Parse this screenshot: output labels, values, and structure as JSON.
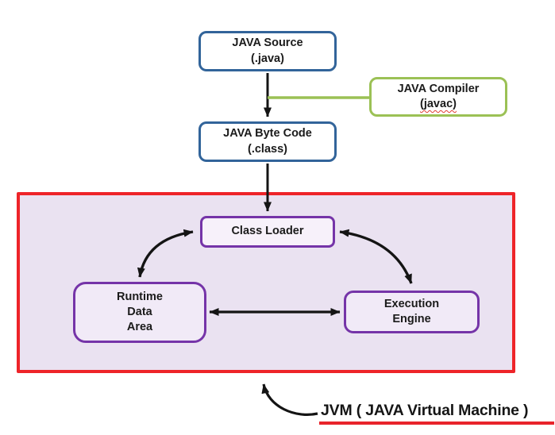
{
  "nodes": {
    "java_source": {
      "line1": "JAVA Source",
      "line2": "(.java)"
    },
    "java_compiler": {
      "line1": "JAVA Compiler",
      "line2": "(javac)"
    },
    "java_byte_code": {
      "line1": "JAVA Byte Code",
      "line2": "(.class)"
    },
    "class_loader": {
      "label": "Class Loader"
    },
    "runtime_data_area": {
      "line1": "Runtime",
      "line2": "Data",
      "line3": "Area"
    },
    "execution_engine": {
      "line1": "Execution",
      "line2": "Engine"
    }
  },
  "caption": {
    "jvm_label": "JVM ( JAVA Virtual Machine )"
  },
  "connections": [
    {
      "from": "java_source",
      "to": "java_byte_code",
      "type": "arrow"
    },
    {
      "from": "java_compiler",
      "to": "source-to-bytecode-arrow",
      "type": "line"
    },
    {
      "from": "java_byte_code",
      "to": "class_loader",
      "type": "arrow"
    },
    {
      "from": "class_loader",
      "to": "runtime_data_area",
      "type": "double-arrow"
    },
    {
      "from": "class_loader",
      "to": "execution_engine",
      "type": "double-arrow"
    },
    {
      "from": "runtime_data_area",
      "to": "execution_engine",
      "type": "double-arrow"
    },
    {
      "from": "jvm_caption",
      "to": "jvm_boundary_box",
      "type": "arrow"
    }
  ],
  "colors": {
    "blue_border": "#32649A",
    "green_border": "#9BC155",
    "purple_border": "#7534A8",
    "red_border": "#EE2429",
    "jvm_fill": "#EAE2F1",
    "node_fill": "#F7F1FA",
    "arrow_black": "#141414",
    "caption_underline": "#E8242B",
    "spellcheck_squiggle": "#E03C31"
  }
}
